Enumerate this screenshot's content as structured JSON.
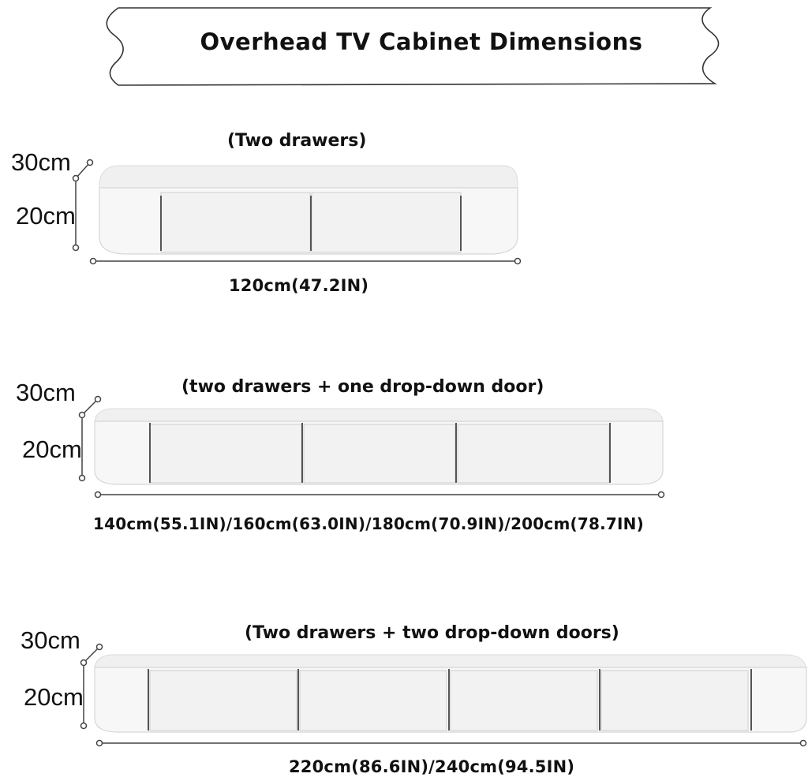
{
  "title": "Overhead TV Cabinet Dimensions",
  "colors": {
    "cabinet": "#f4f4f4",
    "cabinet_edge": "#d8d8d8",
    "line": "#444444",
    "text": "#111111"
  },
  "cabinets": [
    {
      "caption": "(Two drawers)",
      "depth": "30cm",
      "height": "20cm",
      "width": "120cm(47.2IN)",
      "fronts": 2
    },
    {
      "caption": "(two drawers + one drop-down door)",
      "depth": "30cm",
      "height": "20cm",
      "width": "140cm(55.1IN)/160cm(63.0IN)/180cm(70.9IN)/200cm(78.7IN)",
      "fronts": 3
    },
    {
      "caption": "(Two drawers + two drop-down doors)",
      "depth": "30cm",
      "height": "20cm",
      "width": "220cm(86.6IN)/240cm(94.5IN)",
      "fronts": 4
    }
  ]
}
